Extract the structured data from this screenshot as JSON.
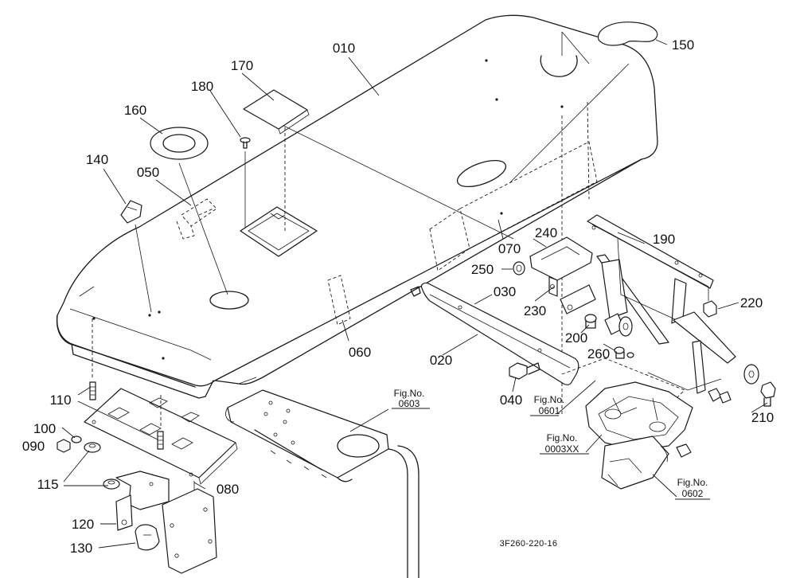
{
  "diagram": {
    "part_labels": [
      {
        "id": "p010",
        "text": "010"
      },
      {
        "id": "p150",
        "text": "150"
      },
      {
        "id": "p170",
        "text": "170"
      },
      {
        "id": "p180",
        "text": "180"
      },
      {
        "id": "p160",
        "text": "160"
      },
      {
        "id": "p140",
        "text": "140"
      },
      {
        "id": "p050",
        "text": "050"
      },
      {
        "id": "p070",
        "text": "070"
      },
      {
        "id": "p240",
        "text": "240"
      },
      {
        "id": "p190",
        "text": "190"
      },
      {
        "id": "p250",
        "text": "250"
      },
      {
        "id": "p030",
        "text": "030"
      },
      {
        "id": "p230",
        "text": "230"
      },
      {
        "id": "p220",
        "text": "220"
      },
      {
        "id": "p200",
        "text": "200"
      },
      {
        "id": "p260",
        "text": "260"
      },
      {
        "id": "p060",
        "text": "060"
      },
      {
        "id": "p020",
        "text": "020"
      },
      {
        "id": "p040",
        "text": "040"
      },
      {
        "id": "p210",
        "text": "210"
      },
      {
        "id": "p110",
        "text": "110"
      },
      {
        "id": "p100",
        "text": "100"
      },
      {
        "id": "p090",
        "text": "090"
      },
      {
        "id": "p115",
        "text": "115"
      },
      {
        "id": "p080",
        "text": "080"
      },
      {
        "id": "p120",
        "text": "120"
      },
      {
        "id": "p130",
        "text": "130"
      }
    ],
    "fig_refs": [
      {
        "id": "f0603",
        "caption": "Fig.No.",
        "number": "0603"
      },
      {
        "id": "f0601",
        "caption": "Fig.No.",
        "number": "0601"
      },
      {
        "id": "f0003",
        "caption": "Fig.No.",
        "number": "0003XX"
      },
      {
        "id": "f0602",
        "caption": "Fig.No.",
        "number": "0602"
      }
    ],
    "drawing_code": "3F260-220-16"
  }
}
